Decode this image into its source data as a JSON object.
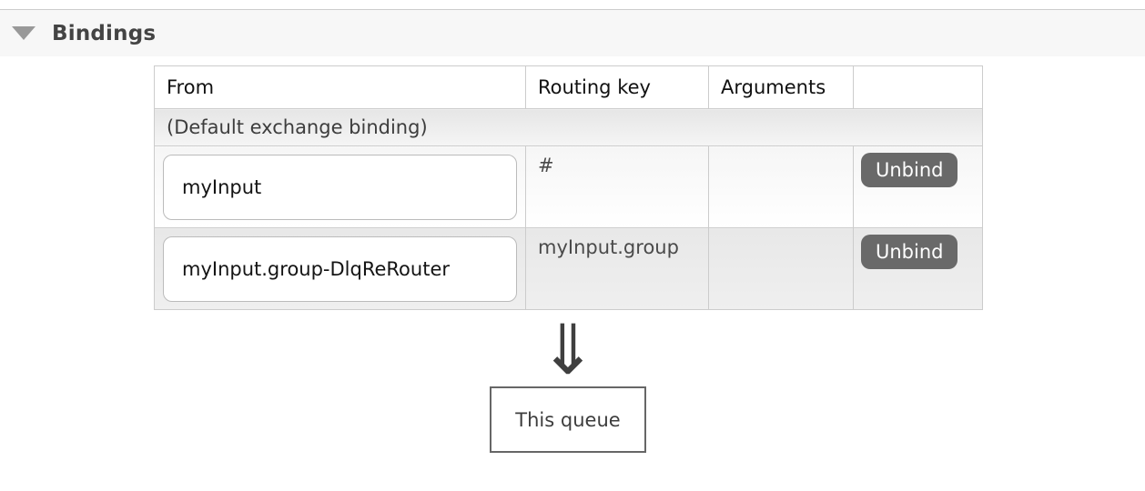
{
  "section": {
    "title": "Bindings",
    "collapse_icon": "triangle-down-icon"
  },
  "table": {
    "headers": {
      "from": "From",
      "routing_key": "Routing key",
      "arguments": "Arguments",
      "action": ""
    },
    "default_row_label": "(Default exchange binding)",
    "rows": [
      {
        "from": "myInput",
        "routing_key": "#",
        "arguments": "",
        "action_label": "Unbind"
      },
      {
        "from": "myInput.group-DlqReRouter",
        "routing_key": "myInput.group",
        "arguments": "",
        "action_label": "Unbind"
      }
    ]
  },
  "diagram": {
    "arrow_glyph": "⇓",
    "arrow_icon": "double-down-arrow-icon",
    "target_label": "This queue"
  },
  "colors": {
    "section_strip_bg": "#f7f7f7",
    "table_border": "#cccccc",
    "default_row_bg_top": "#e6e6e6",
    "row_even_bg_top": "#e8e8e8",
    "button_bg": "#696969",
    "button_text": "#ffffff",
    "title_text": "#444444"
  }
}
